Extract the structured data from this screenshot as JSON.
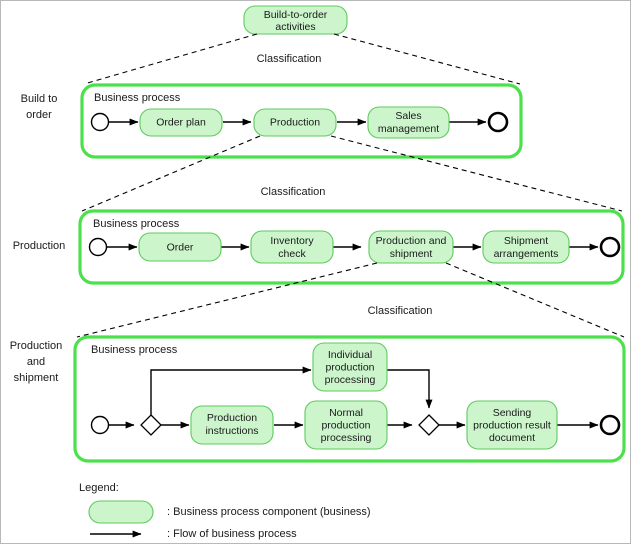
{
  "diagram": {
    "root_node": {
      "label": "Build-to-order activities"
    },
    "relation_label": "Classification",
    "container_label": "Business process",
    "levels": [
      {
        "row_label": "Build to order",
        "relation": "Classification",
        "container_title": "Business process",
        "steps": [
          "Order plan",
          "Production",
          "Sales management"
        ]
      },
      {
        "row_label": "Production",
        "relation": "Classification",
        "container_title": "Business process",
        "steps": [
          "Order",
          "Inventory check",
          "Production and shipment",
          "Shipment arrangements"
        ]
      },
      {
        "row_label": "Production and shipment",
        "relation": "Classification",
        "container_title": "Business process",
        "steps": [
          "Individual production processing",
          "Production instructions",
          "Normal production processing",
          "Sending production result document"
        ]
      }
    ]
  },
  "nodes": {
    "root_line1": "Build-to-order",
    "root_line2": "activities",
    "row1_label_line1": "Build to",
    "row1_label_line2": "order",
    "row2_label_line1": "Production",
    "row3_label_line1": "Production",
    "row3_label_line2": "and",
    "row3_label_line3": "shipment",
    "classification1": "Classification",
    "classification2": "Classification",
    "classification3": "Classification",
    "business_process1": "Business process",
    "business_process2": "Business process",
    "business_process3": "Business process",
    "r1_s1": "Order plan",
    "r1_s2": "Production",
    "r1_s3_line1": "Sales",
    "r1_s3_line2": "management",
    "r2_s1": "Order",
    "r2_s2_line1": "Inventory",
    "r2_s2_line2": "check",
    "r2_s3_line1": "Production and",
    "r2_s3_line2": "shipment",
    "r2_s4_line1": "Shipment",
    "r2_s4_line2": "arrangements",
    "r3_s1_line1": "Individual",
    "r3_s1_line2": "production",
    "r3_s1_line3": "processing",
    "r3_s2_line1": "Production",
    "r3_s2_line2": "instructions",
    "r3_s3_line1": "Normal",
    "r3_s3_line2": "production",
    "r3_s3_line3": "processing",
    "r3_s4_line1": "Sending",
    "r3_s4_line2": "production result",
    "r3_s4_line3": "document"
  },
  "legend": {
    "title": "Legend:",
    "items": [
      {
        "symbol": "pill",
        "text": ": Business process component (business)"
      },
      {
        "symbol": "arrow",
        "text": ": Flow of business process"
      }
    ],
    "item1_text": ": Business process component (business)",
    "item2_text": ": Flow of business process"
  },
  "colors": {
    "pill_fill": "#ccf5cc",
    "pill_stroke": "#5ecb5e",
    "container_stroke": "#4ce04c",
    "flow_stroke": "#000000",
    "text": "#1a1a1a",
    "background": "#ffffff",
    "frame": "#b8b8b8"
  }
}
